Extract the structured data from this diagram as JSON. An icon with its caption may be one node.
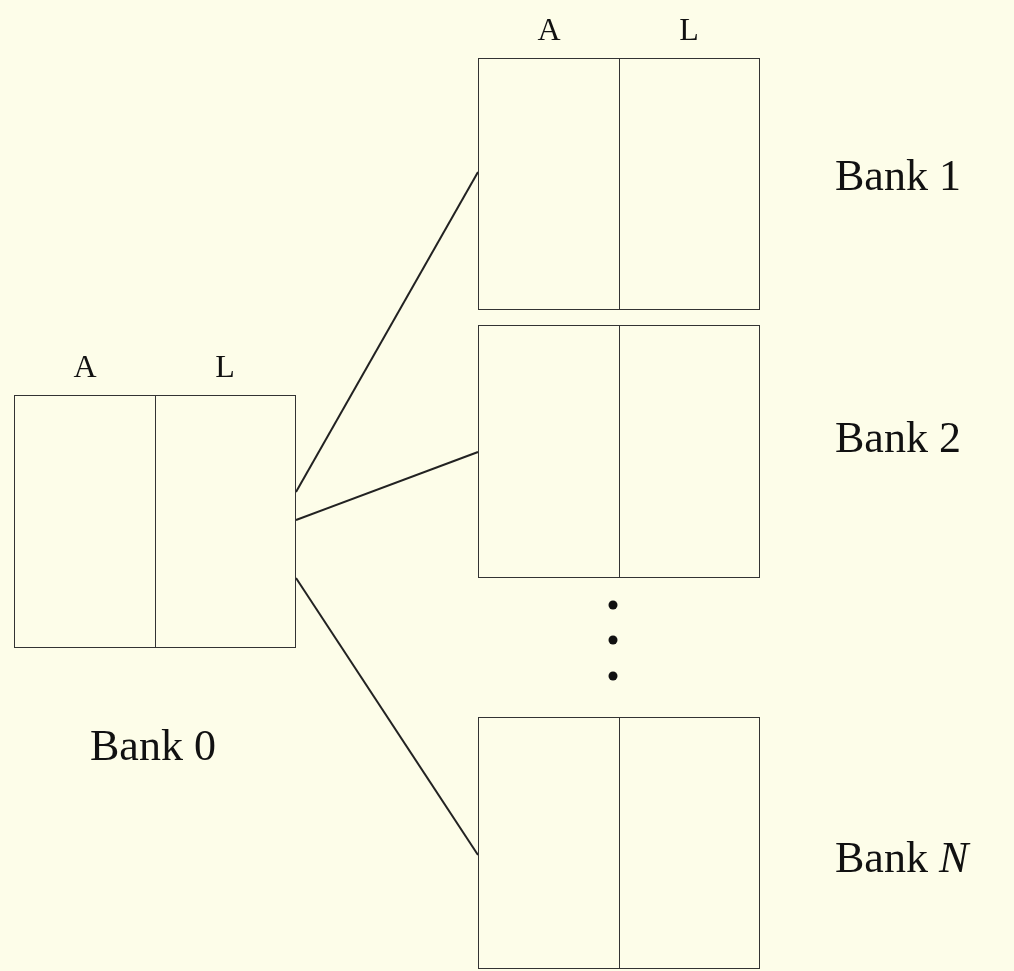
{
  "diagram": {
    "nodes": [
      {
        "text": [
          "A",
          "L"
        ],
        "beside": [
          "Bank 0"
        ]
      },
      {
        "text": [
          "A",
          "L"
        ],
        "beside": [
          "Bank 1"
        ]
      },
      {
        "text": [],
        "shape": "box",
        "beside": [
          "Bank 2"
        ]
      },
      {
        "text": [],
        "shape": "box",
        "beside": [
          "Bank *N*"
        ]
      }
    ],
    "edges": [
      {
        "from": 0,
        "to": 1,
        "arrow": "none"
      },
      {
        "from": 0,
        "to": 2,
        "arrow": "none"
      },
      {
        "from": 0,
        "to": 3,
        "arrow": "none"
      }
    ]
  }
}
